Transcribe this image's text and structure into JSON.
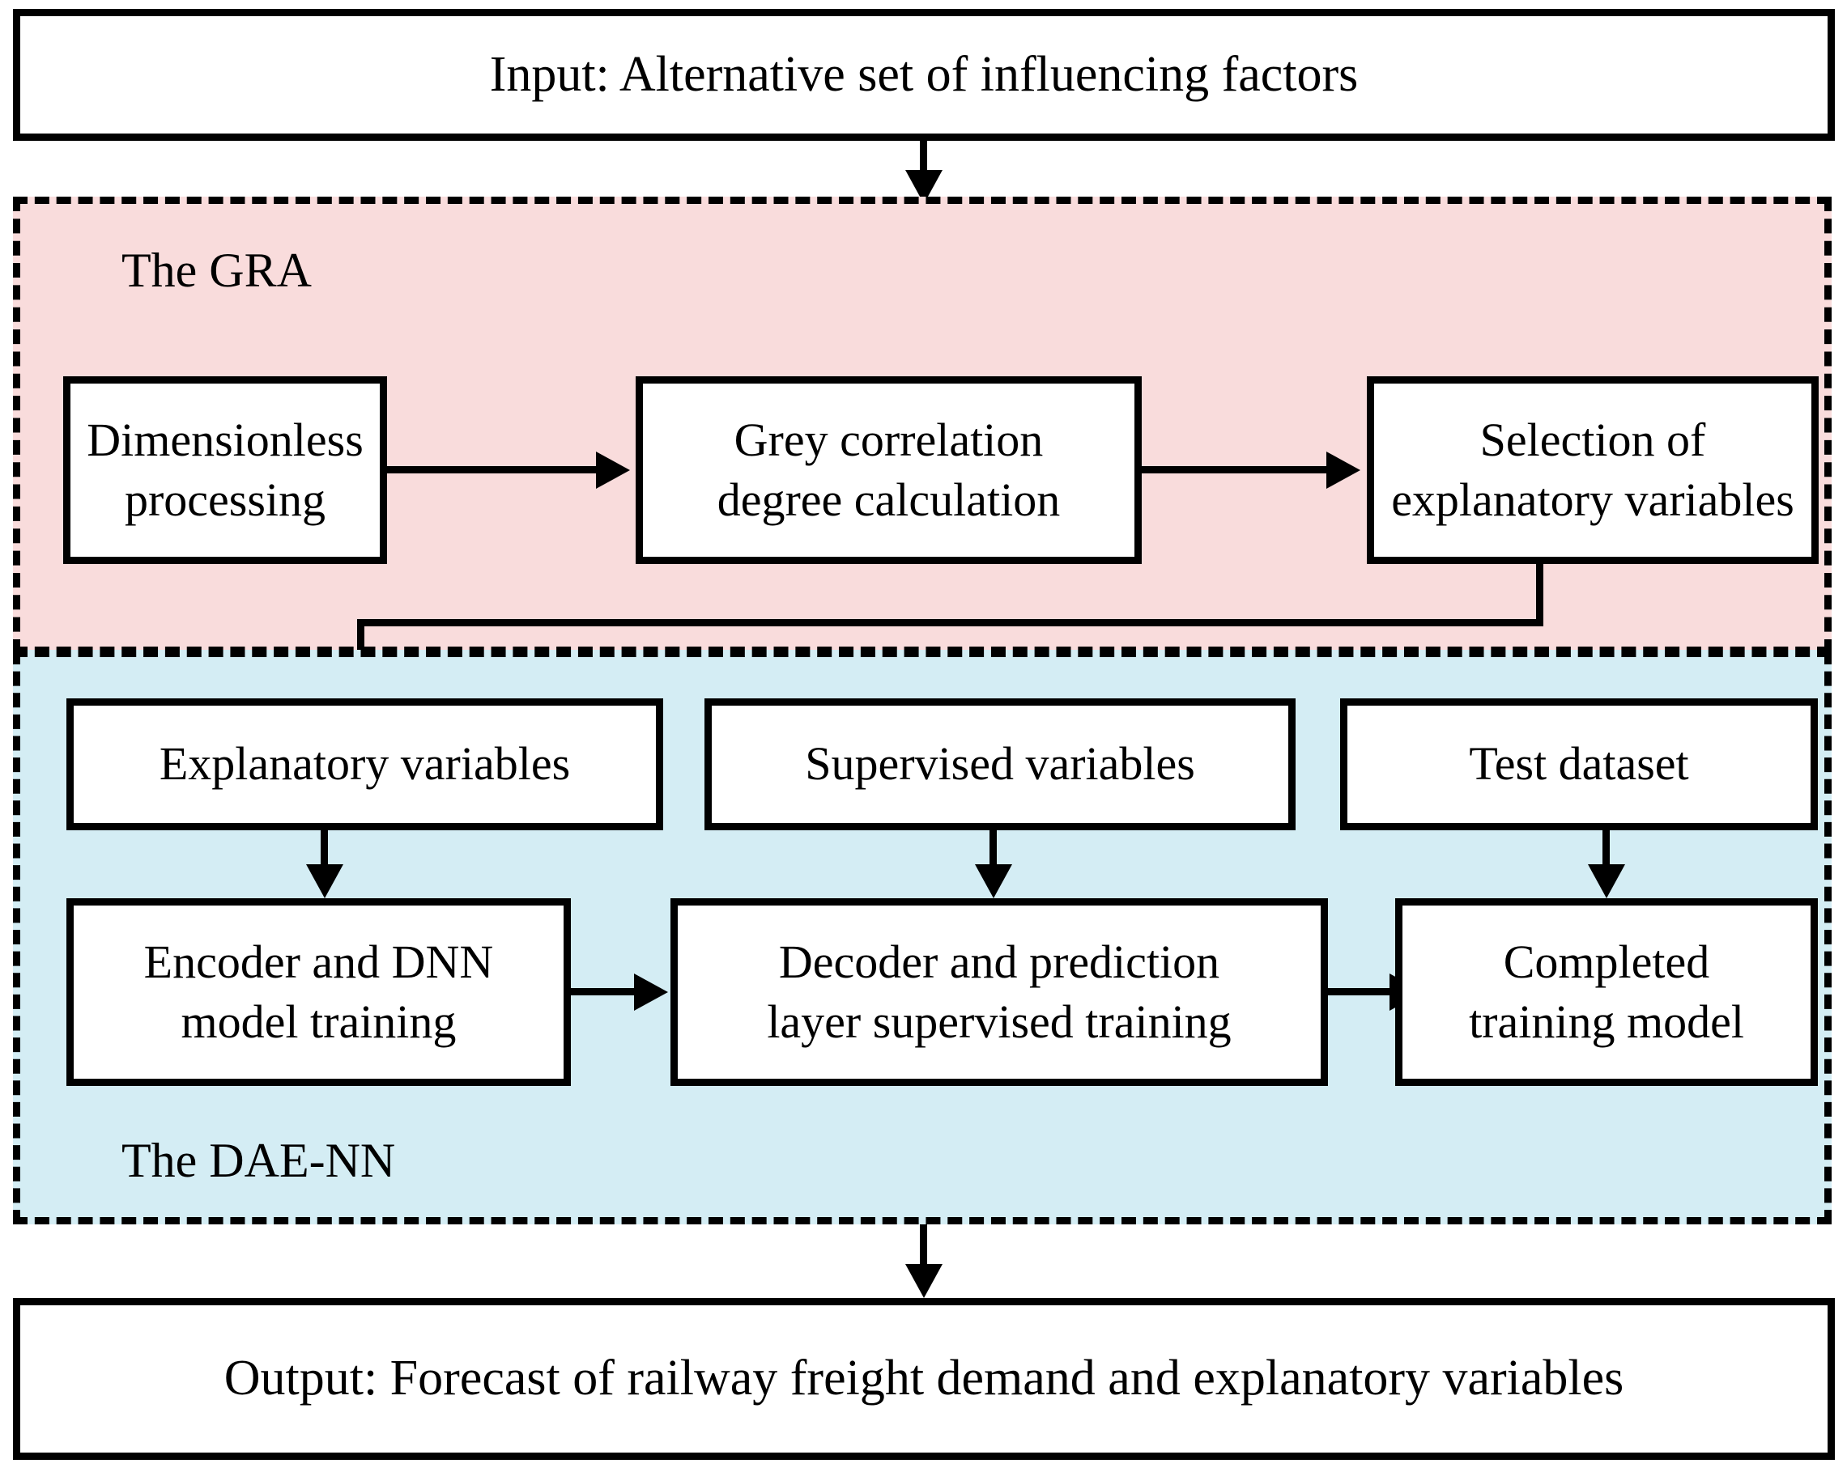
{
  "diagram": {
    "title": "Railway freight demand forecasting framework (GRA + DAE-NN)",
    "colors": {
      "gra_fill": "#f9dcdc",
      "daenn_fill": "#d4edf4",
      "stroke": "#000000",
      "box_fill": "#ffffff"
    },
    "io": {
      "input_label": "Input: Alternative set of influencing factors",
      "output_label": "Output: Forecast of railway freight demand and explanatory variables"
    },
    "regions": [
      {
        "id": "gra",
        "label": "The GRA",
        "fill": "#f9dcdc"
      },
      {
        "id": "dae-nn",
        "label": "The DAE-NN",
        "fill": "#d4edf4"
      }
    ],
    "gra_steps": [
      {
        "id": "dimensionless-processing",
        "label": "Dimensionless\nprocessing"
      },
      {
        "id": "grey-correlation-degree-calculation",
        "label": "Grey correlation\ndegree calculation"
      },
      {
        "id": "selection-of-explanatory-variables",
        "label": "Selection of\nexplanatory variables"
      }
    ],
    "daenn_inputs": [
      {
        "id": "explanatory-variables",
        "label": "Explanatory variables"
      },
      {
        "id": "supervised-variables",
        "label": "Supervised variables"
      },
      {
        "id": "test-dataset",
        "label": "Test dataset"
      }
    ],
    "daenn_steps": [
      {
        "id": "encoder-and-dnn-model-training",
        "label": "Encoder and DNN\nmodel training"
      },
      {
        "id": "decoder-and-prediction-layer-supervised-training",
        "label": "Decoder and prediction\nlayer supervised training"
      },
      {
        "id": "completed-training-model",
        "label": "Completed\ntraining model"
      }
    ],
    "connectors": [
      {
        "id": "input-to-gra",
        "from": "input",
        "to": "gra-region",
        "style": "arrow-down"
      },
      {
        "id": "dimensionless-to-grey",
        "from": "dimensionless-processing",
        "to": "grey-correlation-degree-calculation",
        "style": "arrow-right"
      },
      {
        "id": "grey-to-selection",
        "from": "grey-correlation-degree-calculation",
        "to": "selection-of-explanatory-variables",
        "style": "arrow-right"
      },
      {
        "id": "selection-to-explanatory",
        "from": "selection-of-explanatory-variables",
        "to": "explanatory-variables",
        "style": "elbow-arrow-down"
      },
      {
        "id": "explanatory-to-encoder",
        "from": "explanatory-variables",
        "to": "encoder-and-dnn-model-training",
        "style": "arrow-down"
      },
      {
        "id": "supervised-to-decoder",
        "from": "supervised-variables",
        "to": "decoder-and-prediction-layer-supervised-training",
        "style": "arrow-down"
      },
      {
        "id": "testdataset-to-completed",
        "from": "test-dataset",
        "to": "completed-training-model",
        "style": "arrow-down"
      },
      {
        "id": "encoder-to-decoder",
        "from": "encoder-and-dnn-model-training",
        "to": "decoder-and-prediction-layer-supervised-training",
        "style": "arrow-right"
      },
      {
        "id": "decoder-to-completed",
        "from": "decoder-and-prediction-layer-supervised-training",
        "to": "completed-training-model",
        "style": "arrow-right"
      },
      {
        "id": "daenn-to-output",
        "from": "dae-nn-region",
        "to": "output",
        "style": "arrow-down"
      }
    ]
  }
}
